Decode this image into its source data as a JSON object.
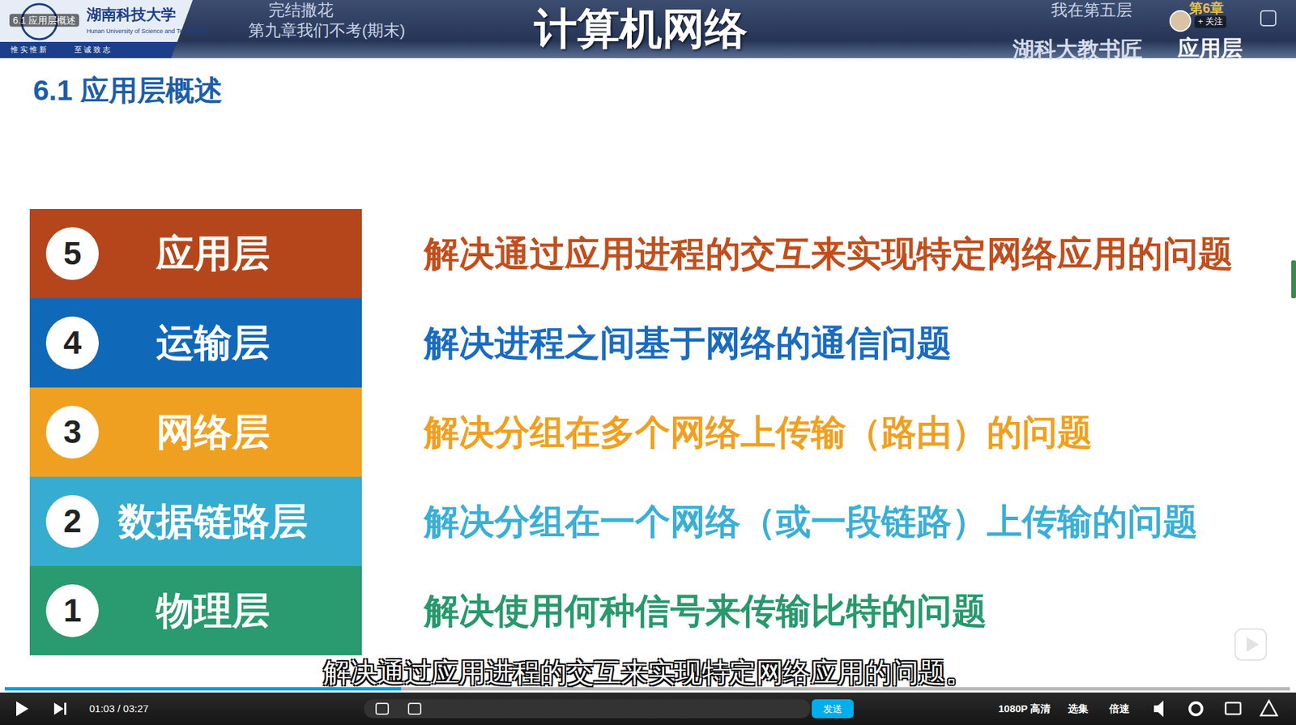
{
  "diagram": {
    "title": "6.1 应用层概述",
    "nodes": [
      {
        "text": [
          "应用层"
        ]
      },
      {
        "text": [
          "5"
        ],
        "in": 0
      },
      {
        "text": [
          "运输层"
        ]
      },
      {
        "text": [
          "4"
        ],
        "in": 2
      },
      {
        "text": [
          "网络层"
        ]
      },
      {
        "text": [
          "3"
        ],
        "in": 4
      },
      {
        "text": [
          "数据链路层"
        ]
      },
      {
        "text": [
          "2"
        ],
        "in": 6
      },
      {
        "text": [
          "物理层"
        ]
      },
      {
        "text": [
          "1"
        ],
        "in": 8
      }
    ],
    "labels": [
      "6.1 应用层概述",
      "湖南科技大学",
      "Hunan University of Science and Technology",
      "惟实惟新",
      "至诚致志",
      "完结撒花",
      "第九章我们不考(期末)",
      "计算机网络",
      "我在第五层",
      "第6章",
      "应用层",
      "湖科大教书匠",
      "+ 关注",
      "解决通过应用进程的交互来实现特定网络应用的问题",
      "解决进程之间基于网络的通信问题",
      "解决分组在多个网络上传输（路由）的问题",
      "解决分组在一个网络（或一段链路）上传输的问题",
      "解决使用何种信号来传输比特的问题",
      "01:03 / 03:27",
      "发送",
      "1080P 高清",
      "选集",
      "倍速",
      "解决通过应用进程的交互来实现特定网络应用的问题。"
    ]
  }
}
